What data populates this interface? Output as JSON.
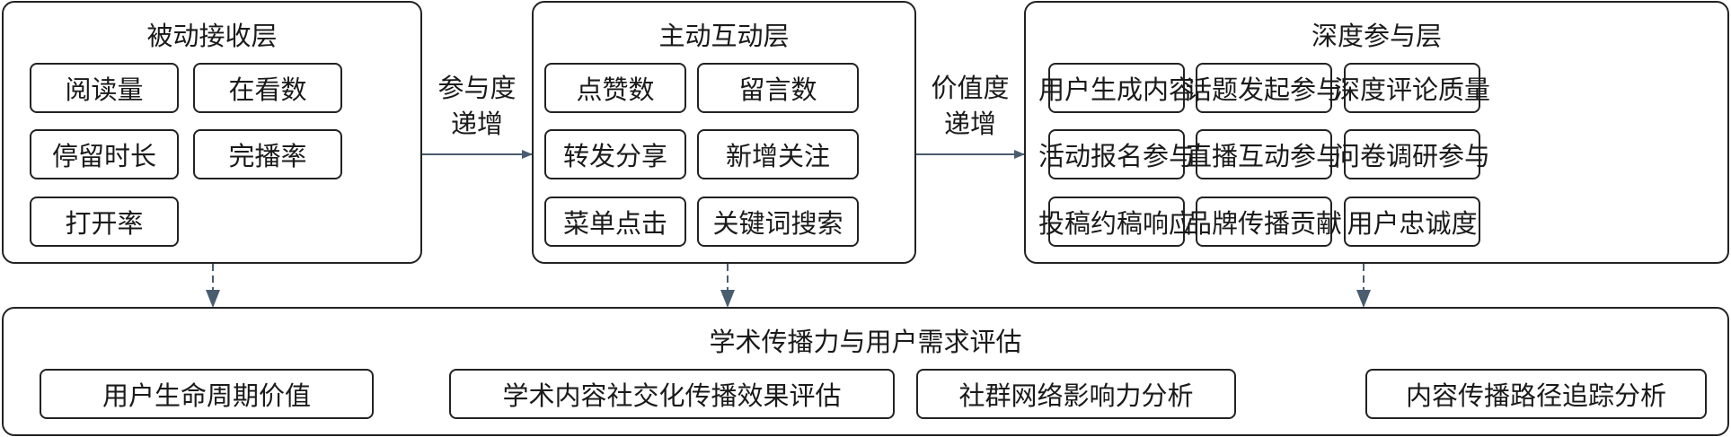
{
  "layers": {
    "passive": {
      "title": "被动接收层",
      "items": [
        "阅读量",
        "在看数",
        "停留时长",
        "完播率",
        "打开率"
      ]
    },
    "active": {
      "title": "主动互动层",
      "items": [
        "点赞数",
        "留言数",
        "转发分享",
        "新增关注",
        "菜单点击",
        "关键词搜索"
      ]
    },
    "deep": {
      "title": "深度参与层",
      "items": [
        "用户生成内容",
        "话题发起参与",
        "深度评论质量",
        "活动报名参与",
        "直播互动参与",
        "问卷调研参与",
        "投稿约稿响应",
        "品牌传播贡献",
        "用户忠诚度"
      ]
    },
    "evaluation": {
      "title": "学术传播力与用户需求评估",
      "items": [
        "用户生命周期价值",
        "学术内容社交化传播效果评估",
        "社群网络影响力分析",
        "内容传播路径追踪分析"
      ]
    }
  },
  "connectors": {
    "arrow1": {
      "line1": "参与度",
      "line2": "递增"
    },
    "arrow2": {
      "line1": "价值度",
      "line2": "递增"
    }
  },
  "colors": {
    "arrow": "#4a5d70",
    "border": "#222222"
  }
}
